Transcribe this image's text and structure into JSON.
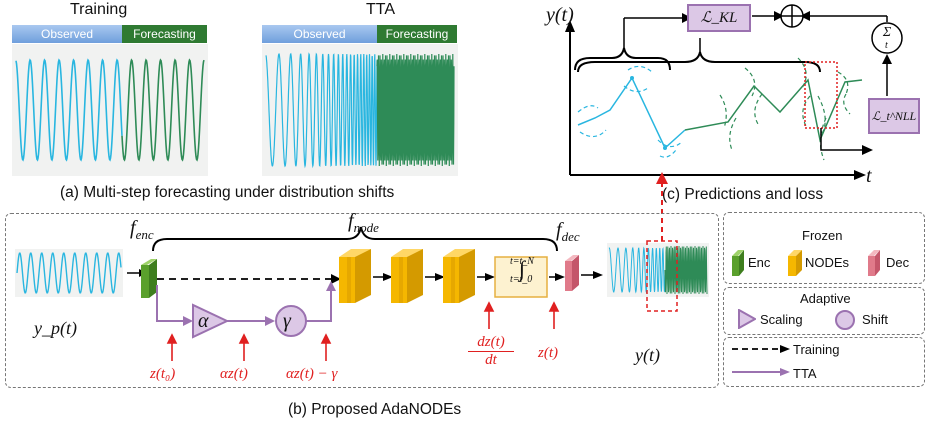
{
  "panel_a": {
    "training_title": "Training",
    "tta_title": "TTA",
    "observed": "Observed",
    "forecasting": "Forecasting",
    "caption": "(a) Multi-step forecasting under distribution shifts"
  },
  "panel_b": {
    "caption": "(b) Proposed AdaNODEs",
    "f_enc": "f",
    "f_enc_sub": "enc",
    "f_node": "f",
    "f_node_sub": "node",
    "f_dec": "f",
    "f_dec_sub": "dec",
    "alpha": "α",
    "gamma": "γ",
    "input_label": "y_p(t)",
    "output_label": "y(t)",
    "z_t0": "z(t₀)",
    "alpha_z": "αz(t)",
    "alpha_z_gamma": "αz(t) − γ",
    "dz_num": "dz(t)",
    "dz_den": "dt",
    "z_t": "z(t)",
    "integral_upper": "t=t_N",
    "integral_lower": "t=t_0"
  },
  "legend": {
    "frozen_title": "Frozen",
    "enc": "Enc",
    "nodes": "NODEs",
    "dec": "Dec",
    "adaptive_title": "Adaptive",
    "scaling": "Scaling",
    "shift": "Shift",
    "training": "Training",
    "tta": "TTA"
  },
  "panel_c": {
    "y_axis": "y(t)",
    "x_axis": "t",
    "kl": "ℒ_KL",
    "nll": "ℒ_t^NLL",
    "sum_sym": "Σ",
    "sum_sub": "t",
    "oplus": "⊕",
    "caption": "(c) Predictions and loss"
  },
  "colors": {
    "observed_blue": "#29b6e0",
    "forecast_green": "#2e8b57",
    "header_blue": "#8ab4e8",
    "header_green": "#2f7a32",
    "purple": "#9b72b0",
    "purple_fill": "#dcc8e6",
    "red": "#e02020",
    "node_yellow": "#f5b700",
    "enc_green": "#5aa02c",
    "dec_pink": "#e07a8a"
  }
}
